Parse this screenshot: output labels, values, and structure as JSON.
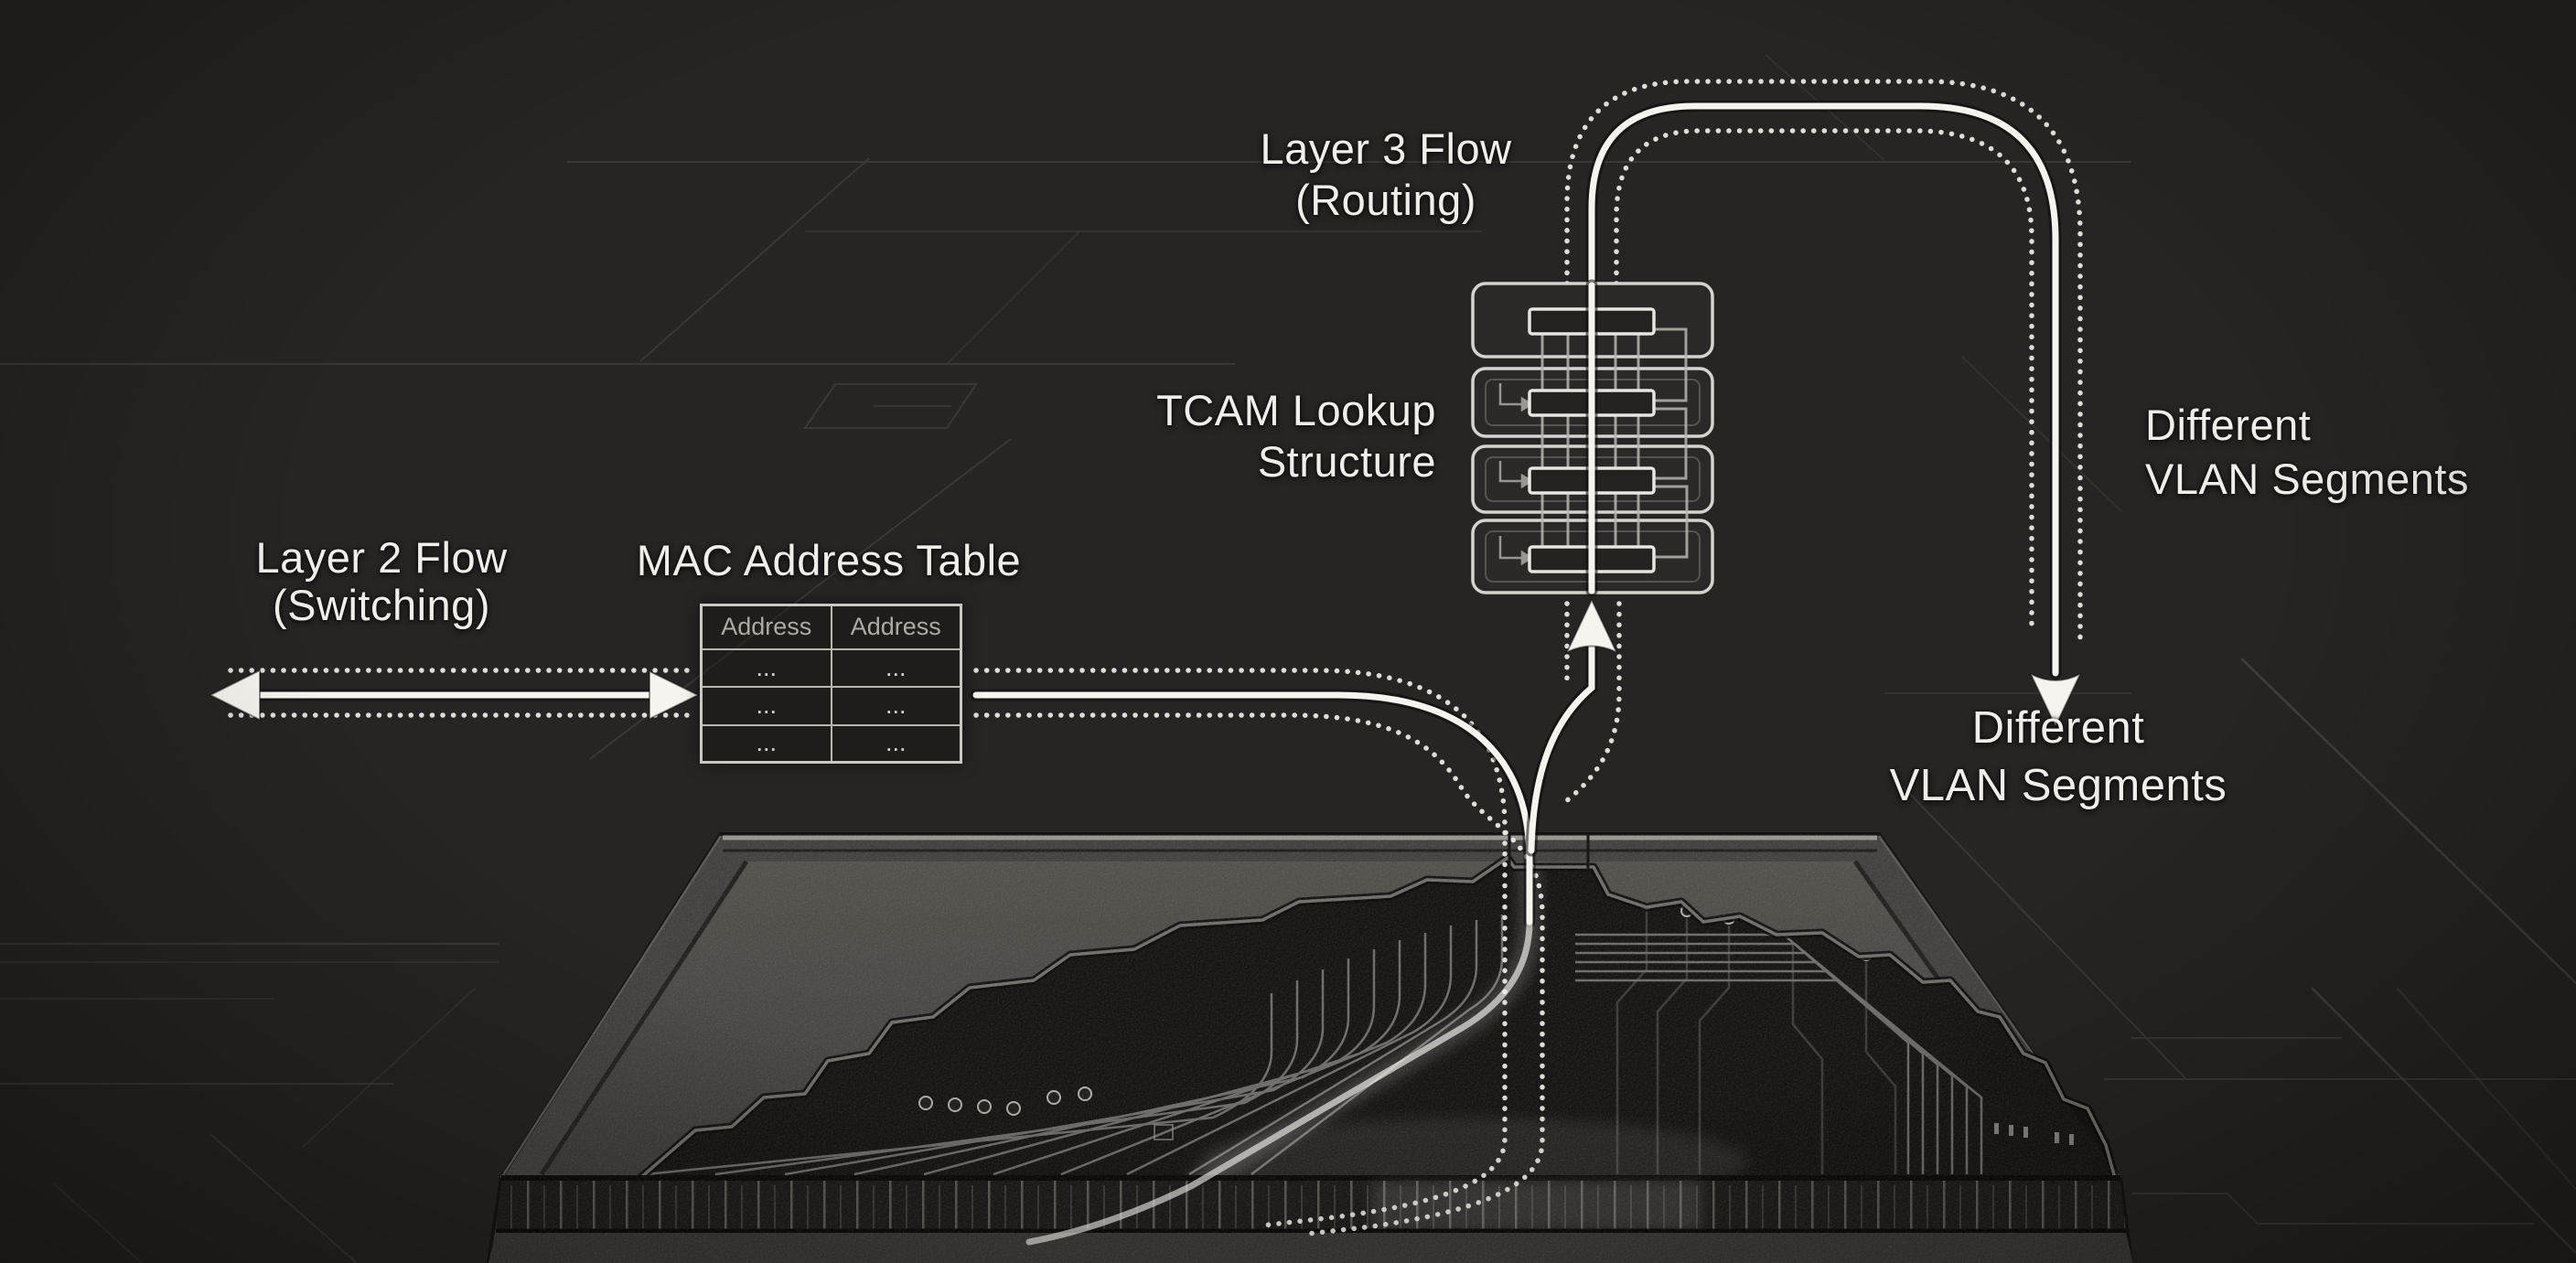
{
  "title": "Network switch packet flow infographic",
  "colors": {
    "background": "#272523",
    "text": "#f1eeea",
    "flow_line": "#f6f4ee",
    "dotted_line": "#eae7e0",
    "faint_circuit_line": "#3d3b38",
    "table_border": "#cbc8c2",
    "switch_chassis": "#44423f",
    "pcb": "#161513"
  },
  "labels": {
    "layer3": {
      "line1": "Layer 3 Flow",
      "line2": "(Routing)"
    },
    "tcam": {
      "line1": "TCAM Lookup",
      "line2": "Structure"
    },
    "layer2": {
      "line1": "Layer 2 Flow",
      "line2": "(Switching)"
    },
    "mac_table_title": "MAC Address Table",
    "vlan_top": {
      "line1": "Different",
      "line2": "VLAN Segments"
    },
    "vlan_bottom": {
      "line1": "Different",
      "line2": "VLAN Segments"
    }
  },
  "mac_table": {
    "headers": [
      "Address",
      "Address"
    ],
    "rows": [
      [
        "...",
        "..."
      ],
      [
        "...",
        "..."
      ],
      [
        "...",
        "..."
      ]
    ]
  },
  "tcam_diagram": {
    "row_count": 4
  },
  "icons": {
    "left": "arrow-left-icon",
    "right": "arrow-right-icon",
    "up": "arrow-up-icon",
    "down": "arrow-down-icon",
    "tcam_entry": "tcam-row-entry-arrow-icon"
  }
}
